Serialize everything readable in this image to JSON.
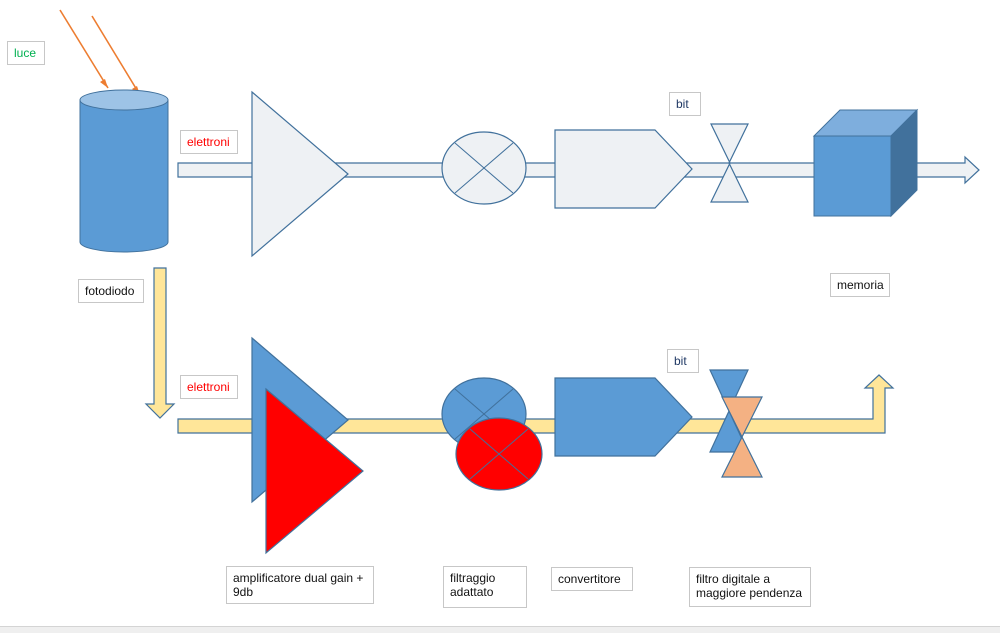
{
  "labels": {
    "luce": "luce",
    "elettroni_top": "elettroni",
    "elettroni_bottom": "elettroni",
    "bit_top": "bit",
    "bit_bottom": "bit",
    "fotodiodo": "fotodiodo",
    "memoria": "memoria",
    "amplificatore": "amplificatore dual gain +\n9db",
    "filtraggio": "filtraggio\nadattato",
    "convertitore": "convertitore",
    "filtro_digitale": "filtro digitale a\nmaggiore pendenza"
  },
  "colors": {
    "blue": "#5b9bd5",
    "blue_dark": "#41719c",
    "light_gray": "#eef1f4",
    "yellow": "#ffe699",
    "red": "#ff0000",
    "orange": "#ed7d31",
    "peach": "#f4b183",
    "green_text": "#00b050",
    "red_text": "#ff0000",
    "navy_text": "#1f3864"
  }
}
